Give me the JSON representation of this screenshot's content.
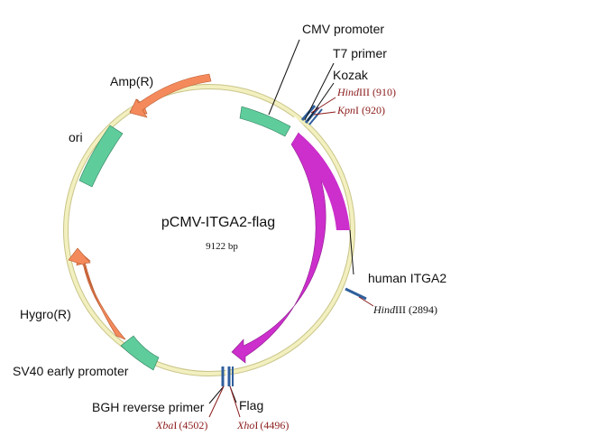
{
  "plasmid": {
    "name": "pCMV-ITGA2-flag",
    "size_label": "9122 bp",
    "colors": {
      "backbone": "#f3f0c0",
      "backbone_edge": "#c9c488",
      "feature_green": "#5fcc9c",
      "feature_orange": "#f48a5c",
      "feature_magenta": "#cc2fcc",
      "site_blue": "#2f5f9c",
      "enzyme_text": "#8c1c1c",
      "label_text": "#111111"
    }
  },
  "features": [
    {
      "id": "cmv",
      "label": "CMV promoter",
      "type": "green"
    },
    {
      "id": "itga2",
      "label": "human ITGA2",
      "type": "magenta-arrow"
    },
    {
      "id": "sv40",
      "label": "SV40 early promoter",
      "type": "green"
    },
    {
      "id": "hygro",
      "label": "Hygro(R)",
      "type": "orange-arrow"
    },
    {
      "id": "ori",
      "label": "ori",
      "type": "green"
    },
    {
      "id": "amp",
      "label": "Amp(R)",
      "type": "orange-arrow"
    }
  ],
  "markers": [
    {
      "id": "t7",
      "label": "T7 primer"
    },
    {
      "id": "kozak",
      "label": "Kozak"
    },
    {
      "id": "bgh",
      "label": "BGH reverse primer"
    },
    {
      "id": "flag",
      "label": "Flag"
    }
  ],
  "enzymes": [
    {
      "id": "hind910",
      "name": "HindIII",
      "italic": "Hind",
      "roman": "III",
      "pos": "(910)"
    },
    {
      "id": "kpn920",
      "name": "KpnI",
      "italic": "Kpn",
      "roman": "I",
      "pos": "(920)"
    },
    {
      "id": "hind2894",
      "name": "HindIII",
      "italic": "Hind",
      "roman": "III",
      "pos": "(2894)"
    },
    {
      "id": "xba4502",
      "name": "XbaI",
      "italic": "Xba",
      "roman": "I",
      "pos": "(4502)"
    },
    {
      "id": "xho4496",
      "name": "XhoI",
      "italic": "Xho",
      "roman": "I",
      "pos": "(4496)"
    }
  ]
}
